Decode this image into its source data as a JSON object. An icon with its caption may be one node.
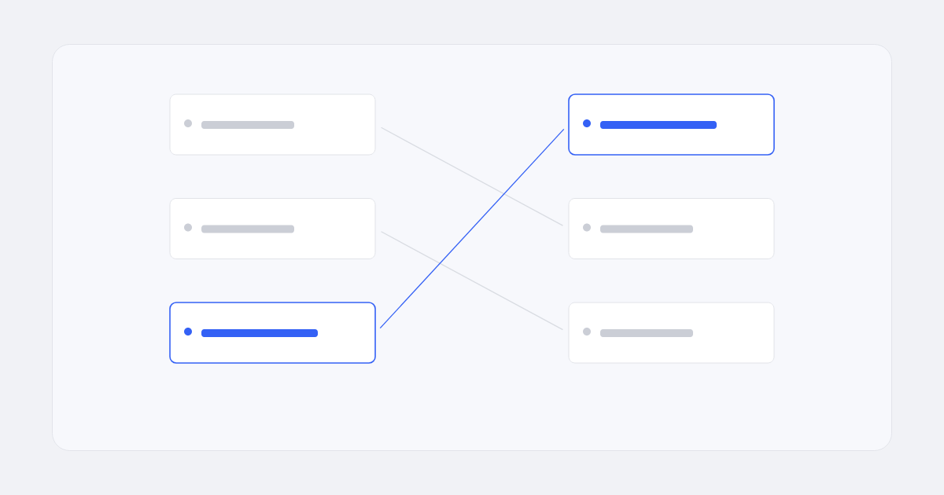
{
  "diagram": {
    "nodes": [
      {
        "text": [],
        "shape": "box"
      },
      {
        "text": [],
        "shape": "box"
      },
      {
        "text": [],
        "shape": "box"
      },
      {
        "text": [],
        "shape": "box"
      },
      {
        "text": [],
        "shape": "box"
      },
      {
        "text": [],
        "shape": "box"
      }
    ],
    "edges": [
      {
        "from": 0,
        "to": 4,
        "arrow": "none"
      },
      {
        "from": 1,
        "to": 5,
        "arrow": "none"
      },
      {
        "from": 2,
        "to": 3,
        "arrow": "none",
        "color": "#3461f5"
      }
    ]
  }
}
